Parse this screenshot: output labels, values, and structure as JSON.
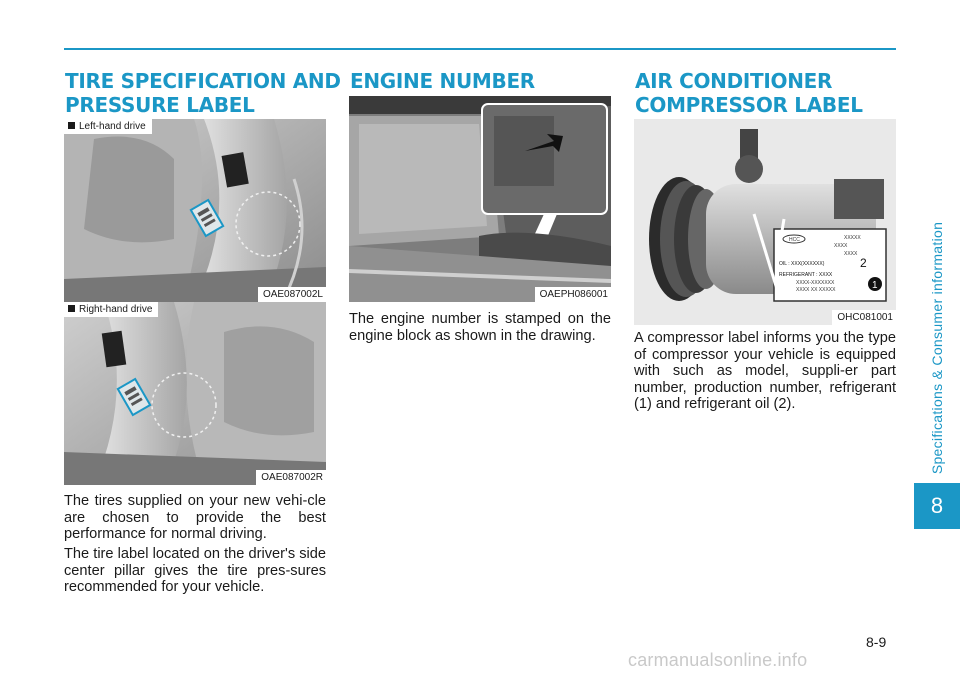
{
  "side_tab": {
    "section_label": "Specifications & Consumer information",
    "chapter_number": "8"
  },
  "tire": {
    "heading_line1": "TIRE SPECIFICATION AND",
    "heading_line2": "PRESSURE LABEL",
    "fig1_caption": "Left-hand drive",
    "fig1_code": "OAE087002L",
    "fig2_caption": "Right-hand drive",
    "fig2_code": "OAE087002R",
    "para1": "The tires supplied on your new vehi-cle are chosen to provide the best performance for normal driving.",
    "para2": "The tire label located on the driver's side center pillar gives the tire pres-sures recommended for your vehicle."
  },
  "engine": {
    "heading": "ENGINE NUMBER",
    "fig_code": "OAEPH086001",
    "para": "The engine number is stamped on the engine block as shown in the drawing."
  },
  "ac": {
    "heading_line1": "AIR CONDITIONER",
    "heading_line2": "COMPRESSOR LABEL",
    "fig_code": "OHC081001",
    "label_lines": [
      "XXXXX",
      "XXXX",
      "XXXX",
      "OIL : XXX(XXXXXX)",
      "REFRIGERANT : XXXX",
      "XXXX-XXXXXXX",
      "XXXX XX XXXXX"
    ],
    "label_brand": "HCC",
    "callout_1": "1",
    "callout_2": "2",
    "para": "A compressor label informs you the type of compressor your vehicle is equipped with such as model, suppli-er part number, production number, refrigerant (1) and refrigerant oil (2)."
  },
  "footer": {
    "page_number": "8-9",
    "watermark": "carmanualsonline.info"
  }
}
